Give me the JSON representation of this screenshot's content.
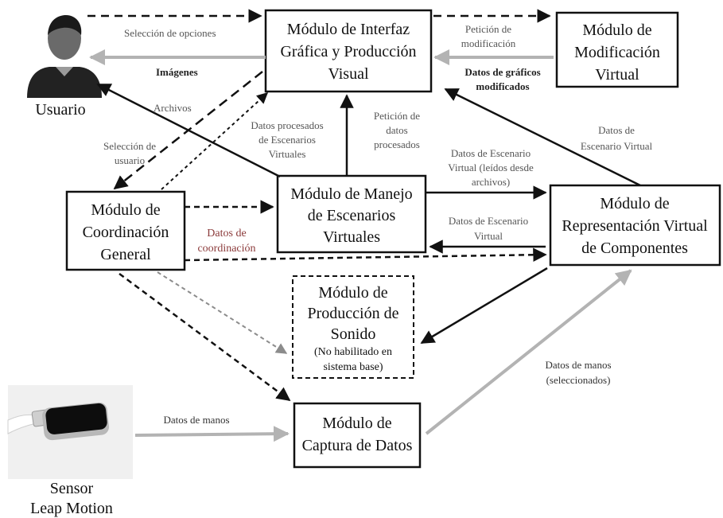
{
  "modules": {
    "interfaz": [
      "Módulo de Interfaz",
      "Gráfica y Producción",
      "Visual"
    ],
    "modificacion": [
      "Módulo de",
      "Modificación",
      "Virtual"
    ],
    "coordinacion": [
      "Módulo de",
      "Coordinación",
      "General"
    ],
    "manejo": [
      "Módulo de Manejo",
      "de Escenarios",
      "Virtuales"
    ],
    "representacion": [
      "Módulo de",
      "Representación Virtual",
      "de Componentes"
    ],
    "sonido": [
      "Módulo de",
      "Producción de",
      "Sonido"
    ],
    "sonido_note": [
      "(No habilitado en",
      "sistema base)"
    ],
    "captura": [
      "Módulo de",
      "Captura de Datos"
    ]
  },
  "actors": {
    "usuario": "Usuario",
    "sensor": [
      "Sensor",
      "Leap Motion"
    ]
  },
  "edges": {
    "seleccion_opciones": "Selección de opciones",
    "imagenes": "Imágenes",
    "archivos": "Archivos",
    "seleccion_usuario": [
      "Selección de",
      "usuario"
    ],
    "peticion_modificacion": [
      "Petición de",
      "modificación"
    ],
    "datos_graficos_modificados": [
      "Datos de gráficos",
      "modificados"
    ],
    "datos_procesados_escenarios": [
      "Datos procesados",
      "de Escenarios",
      "Virtuales"
    ],
    "peticion_datos_procesados": [
      "Petición de",
      "datos",
      "procesados"
    ],
    "datos_escenario_virtual_top": [
      "Datos de",
      "Escenario Virtual"
    ],
    "datos_escenario_leidos": [
      "Datos de Escenario",
      "Virtual (leídos desde",
      "archivos)"
    ],
    "datos_escenario_virtual_back": [
      "Datos de Escenario",
      "Virtual"
    ],
    "datos_coordinacion": [
      "Datos de",
      "coordinación"
    ],
    "datos_manos": "Datos de manos",
    "datos_manos_seleccionados": [
      "Datos de manos",
      "(seleccionados)"
    ]
  },
  "colors": {
    "solid_arrow": "#111111",
    "gray_arrow": "#b3b3b3",
    "gray_dashed": "#8c8c8c",
    "coordination_label": "#8b3a3a"
  }
}
